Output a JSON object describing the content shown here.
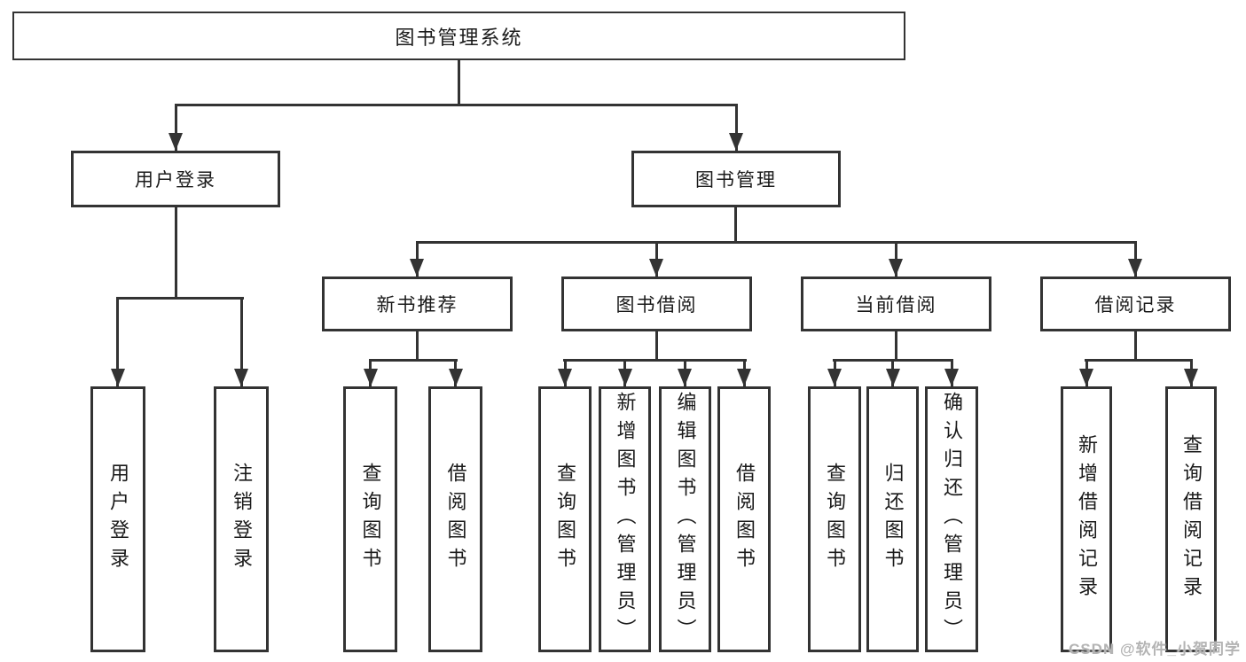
{
  "style": {
    "background": "#ffffff",
    "line_color": "#333333",
    "text_color": "#1a1a1a",
    "box_background": "#ffffff",
    "watermark_color": "#b4b4b4"
  },
  "diagram": {
    "type": "hierarchy-tree",
    "root": {
      "label": "图书管理系统"
    },
    "branches": [
      {
        "label": "用户登录",
        "children": [
          {
            "label": "用户登录"
          },
          {
            "label": "注销登录"
          }
        ]
      },
      {
        "label": "图书管理",
        "children": [
          {
            "label": "新书推荐",
            "children": [
              {
                "label": "查询图书"
              },
              {
                "label": "借阅图书"
              }
            ]
          },
          {
            "label": "图书借阅",
            "children": [
              {
                "label": "查询图书"
              },
              {
                "label": "新增图书（管理员）"
              },
              {
                "label": "编辑图书（管理员）"
              },
              {
                "label": "借阅图书"
              }
            ]
          },
          {
            "label": "当前借阅",
            "children": [
              {
                "label": "查询图书"
              },
              {
                "label": "归还图书"
              },
              {
                "label": "确认归还（管理员）"
              }
            ]
          },
          {
            "label": "借阅记录",
            "children": [
              {
                "label": "新增借阅记录"
              },
              {
                "label": "查询借阅记录"
              }
            ]
          }
        ]
      }
    ]
  },
  "watermark": {
    "text": "CSDN @软件_小贺同学"
  }
}
